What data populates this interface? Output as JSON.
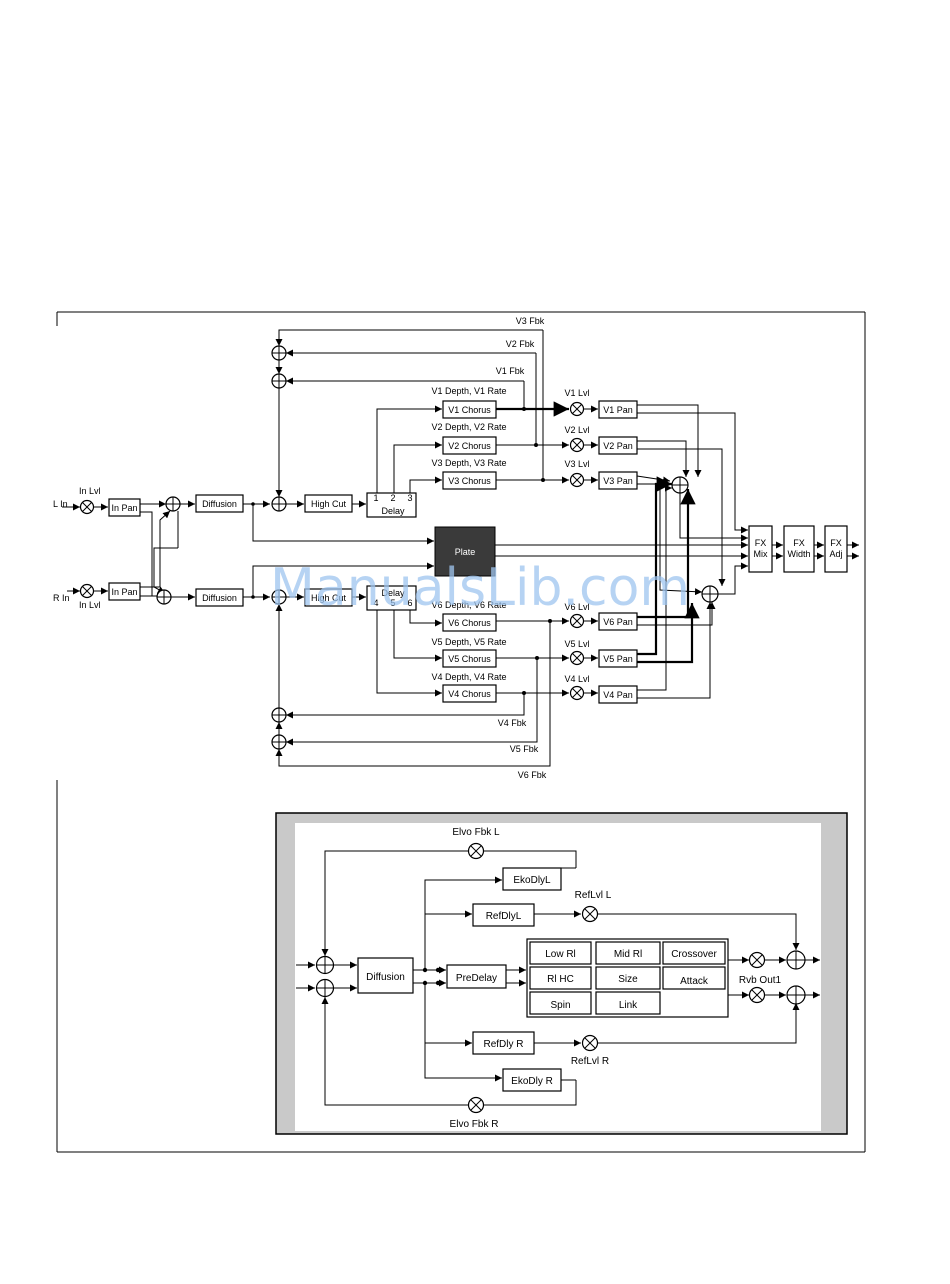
{
  "watermark": "ManualsLib.com",
  "main": {
    "inputs": {
      "left": "L In",
      "right": "R In"
    },
    "in_lvl_top": "In Lvl",
    "in_lvl_bottom": "In Lvl",
    "in_pan": "In Pan",
    "diffusion": "Diffusion",
    "high_cut": "High Cut",
    "delay_top": {
      "label": "Delay",
      "taps": [
        "1",
        "2",
        "3"
      ]
    },
    "delay_bottom": {
      "label": "Delay",
      "taps": [
        "4",
        "5",
        "6"
      ]
    },
    "plate": "Plate",
    "fx_mix": [
      "FX",
      "Mix"
    ],
    "fx_width": [
      "FX",
      "Width"
    ],
    "fx_adj": [
      "FX",
      "Adj"
    ],
    "voices": [
      {
        "chorus": "V1 Chorus",
        "rate": "V1 Depth, V1 Rate",
        "lvl": "V1 Lvl",
        "pan": "V1 Pan",
        "fbk": "V1 Fbk"
      },
      {
        "chorus": "V2 Chorus",
        "rate": "V2 Depth, V2 Rate",
        "lvl": "V2 Lvl",
        "pan": "V2 Pan",
        "fbk": "V2 Fbk"
      },
      {
        "chorus": "V3 Chorus",
        "rate": "V3 Depth, V3 Rate",
        "lvl": "V3 Lvl",
        "pan": "V3 Pan",
        "fbk": "V3 Fbk"
      },
      {
        "chorus": "V4 Chorus",
        "rate": "V4 Depth, V4 Rate",
        "lvl": "V4 Lvl",
        "pan": "V4 Pan",
        "fbk": "V4 Fbk"
      },
      {
        "chorus": "V5 Chorus",
        "rate": "V5 Depth, V5 Rate",
        "lvl": "V5 Lvl",
        "pan": "V5 Pan",
        "fbk": "V5 Fbk"
      },
      {
        "chorus": "V6 Chorus",
        "rate": "V6 Depth, V6 Rate",
        "lvl": "V6 Lvl",
        "pan": "V6 Pan",
        "fbk": "V6 Fbk"
      }
    ]
  },
  "inset": {
    "diffusion": "Diffusion",
    "predelay": "PreDelay",
    "echo_fbk_l": "Elvo Fbk L",
    "echo_fbk_r": "Elvo Fbk R",
    "echo_dly_l": "EkoDlyL",
    "echo_dly_r": "EkoDly R",
    "ref_dly_l": "RefDlyL",
    "ref_dly_r": "RefDly R",
    "ref_lvl_l": "RefLvl L",
    "ref_lvl_r": "RefLvl R",
    "rvb_out": "Rvb Out1",
    "grid": [
      "Low Rl",
      "Mid Rl",
      "Crossover",
      "Rl HC",
      "Size",
      "Attack",
      "Spin",
      "Link"
    ]
  }
}
